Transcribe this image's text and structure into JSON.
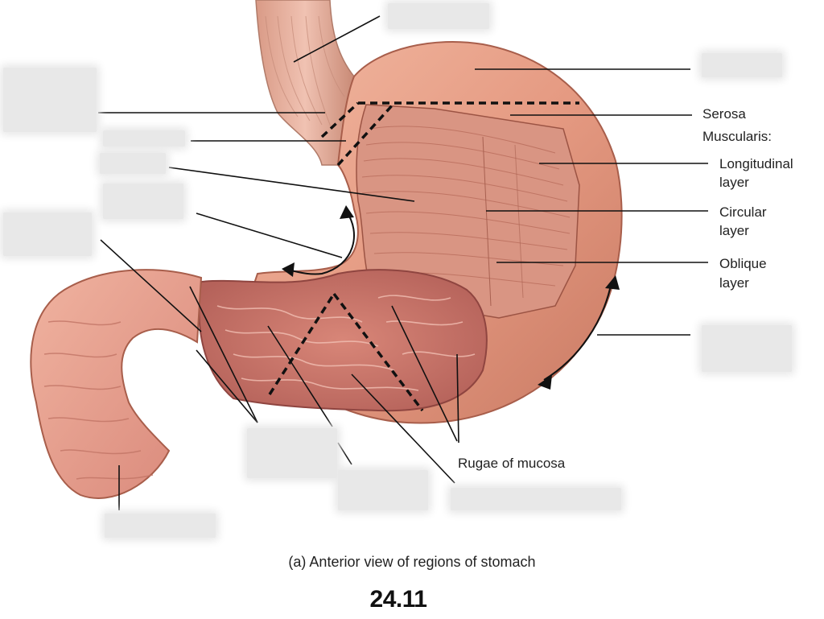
{
  "labels": {
    "serosa": "Serosa",
    "muscularis": "Muscularis:",
    "longitudinal_1": "Longitudinal",
    "longitudinal_2": "layer",
    "circular_1": "Circular",
    "circular_2": "layer",
    "oblique_1": "Oblique",
    "oblique_2": "layer",
    "rugae": "Rugae of mucosa"
  },
  "caption": "(a) Anterior view of regions of stomach",
  "figure_number": "24.11",
  "colors": {
    "tissue": "#e59a82",
    "tissue_dark": "#b86a55",
    "mucosa": "#c7746a",
    "mask": "#e8e8e8",
    "line": "#111111"
  }
}
